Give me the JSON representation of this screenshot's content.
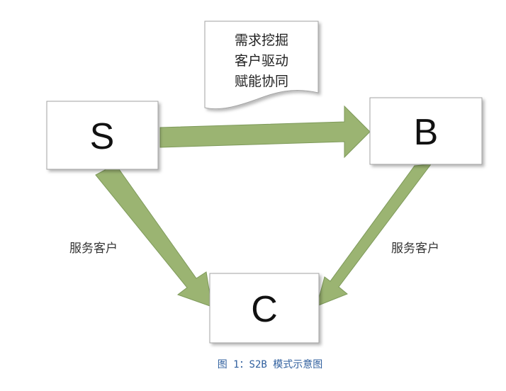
{
  "nodes": {
    "s": {
      "label": "S"
    },
    "b": {
      "label": "B"
    },
    "c": {
      "label": "C"
    }
  },
  "note": {
    "lines": [
      "需求挖掘",
      "客户驱动",
      "赋能协同"
    ]
  },
  "edges": {
    "s_to_c": {
      "label": "服务客户"
    },
    "b_to_c": {
      "label": "服务客户"
    }
  },
  "caption": "图 1：S2B 模式示意图",
  "colors": {
    "arrow_fill": "#9bb472",
    "arrow_stroke": "#7e9a5a",
    "box_fill": "#ffffff",
    "box_stroke": "#a3a3a3",
    "caption": "#2f5f9e"
  }
}
